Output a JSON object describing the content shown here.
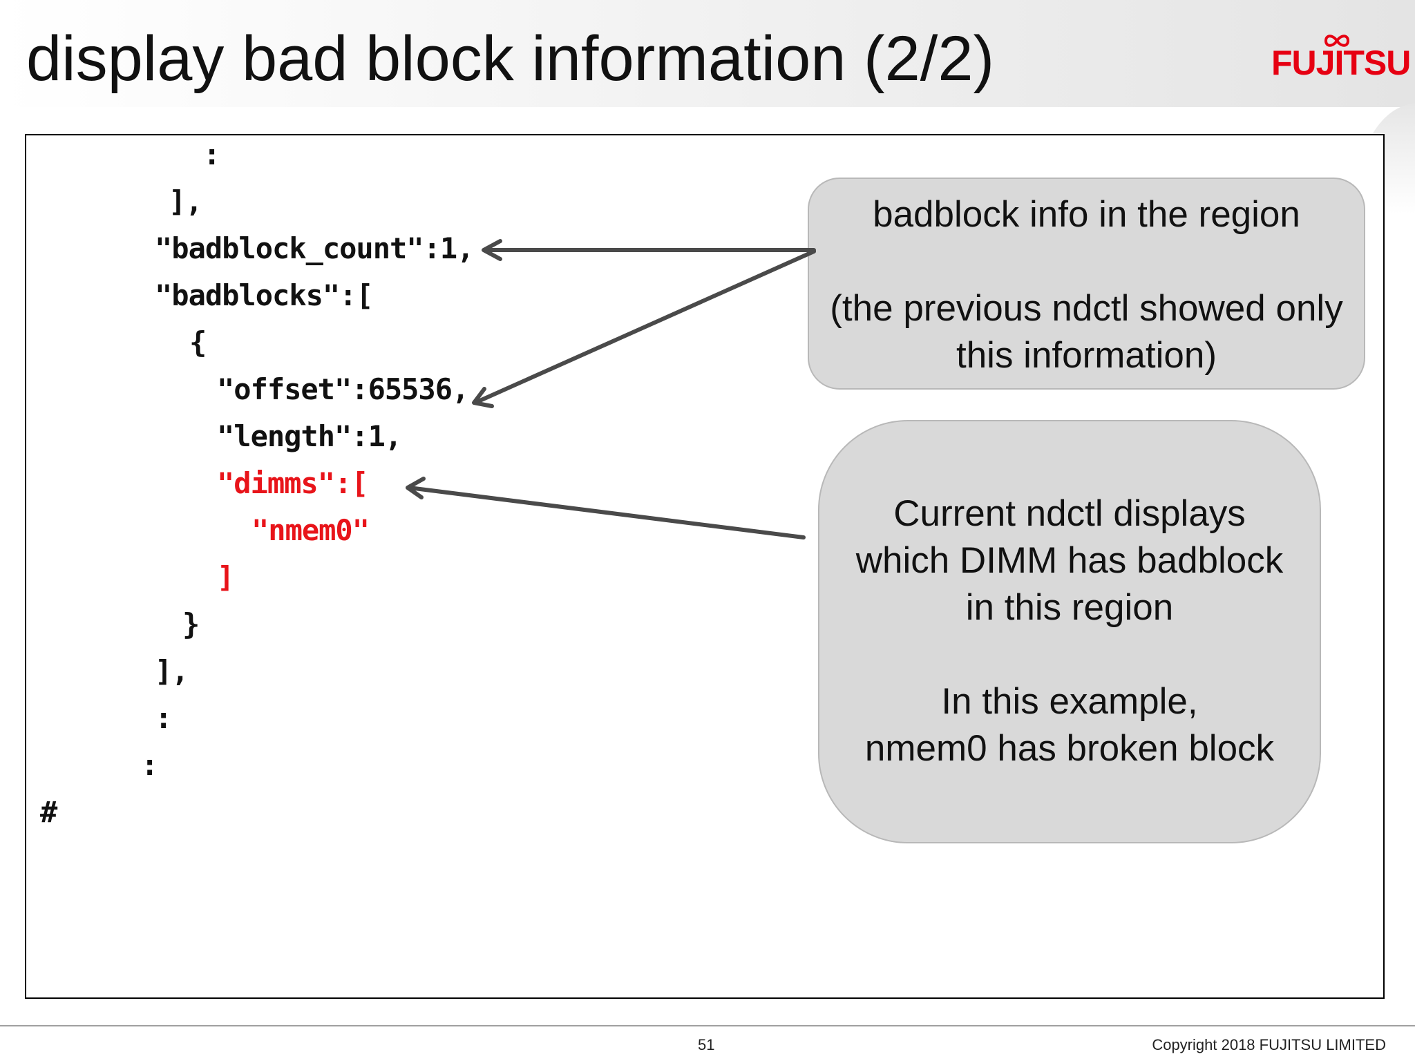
{
  "slide": {
    "title": "display bad block information (2/2)",
    "logo_text": "FUJITSU"
  },
  "terminal": {
    "lines": [
      {
        "text": ":",
        "color": "black"
      },
      {
        "text": "],",
        "color": "black"
      },
      {
        "text": "\"badblock_count\":1,",
        "color": "black"
      },
      {
        "text": "\"badblocks\":[",
        "color": "black"
      },
      {
        "text": "{",
        "color": "black"
      },
      {
        "text": "\"offset\":65536,",
        "color": "black"
      },
      {
        "text": "\"length\":1,",
        "color": "black"
      },
      {
        "text": "\"dimms\":[",
        "color": "red"
      },
      {
        "text": "\"nmem0\"",
        "color": "red"
      },
      {
        "text": "]",
        "color": "red"
      },
      {
        "text": "}",
        "color": "black"
      },
      {
        "text": "],",
        "color": "black"
      },
      {
        "text": ":",
        "color": "black"
      },
      {
        "text": ":",
        "color": "black"
      },
      {
        "text": "#",
        "color": "black"
      }
    ]
  },
  "callouts": {
    "region_info": {
      "line1": "badblock info in the region",
      "line2": "(the previous ndctl showed only",
      "line3": "this information)"
    },
    "dimm_info": {
      "line1": "Current ndctl displays",
      "line2": "which DIMM has badblock",
      "line3": "in this region",
      "line4": "In this example,",
      "line5": "nmem0 has broken block"
    }
  },
  "footer": {
    "page_number": "51",
    "copyright": "Copyright 2018 FUJITSU LIMITED"
  },
  "colors": {
    "highlight_red": "#e8141a",
    "brand_red": "#e60012",
    "callout_fill": "#d9d9d9",
    "arrow": "#4a4a4a"
  }
}
